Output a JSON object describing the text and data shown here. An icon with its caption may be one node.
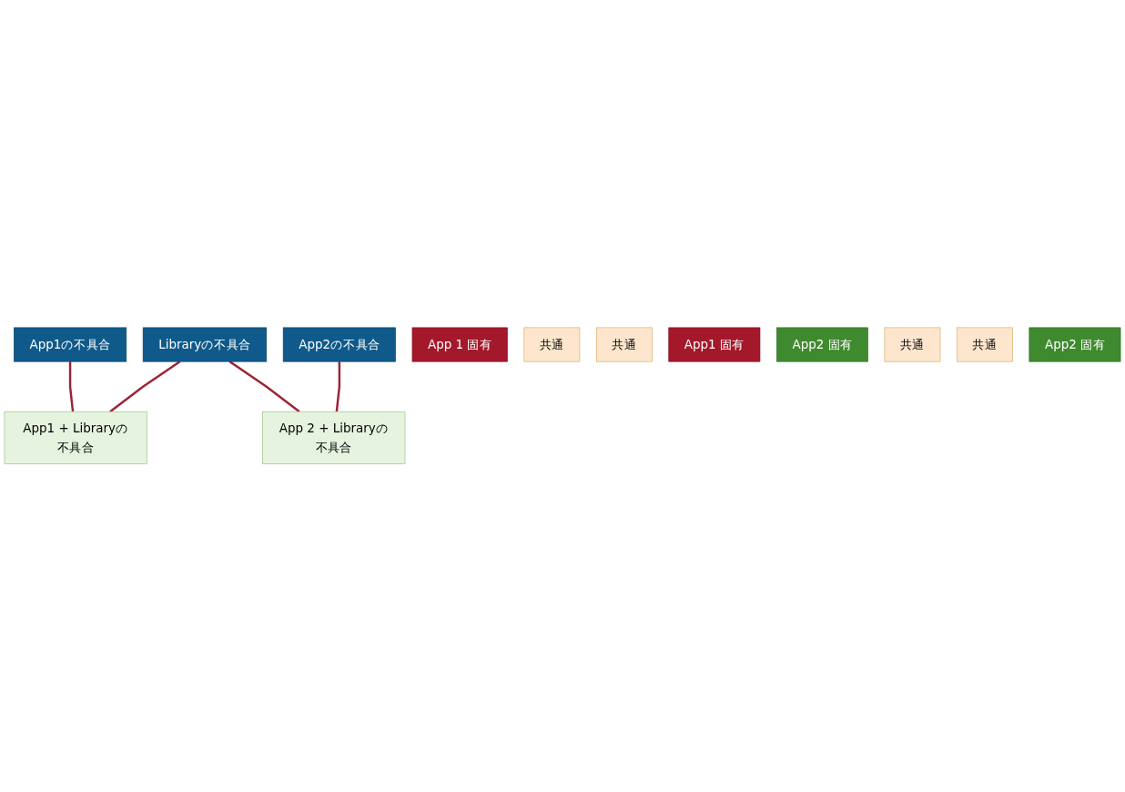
{
  "diagram": {
    "nodes": [
      {
        "text": [
          "App1の不具合"
        ]
      },
      {
        "text": [
          "Libraryの不具合"
        ]
      },
      {
        "text": [
          "App2の不具合"
        ]
      },
      {
        "text": [
          "App1 + Libraryの不具合"
        ]
      },
      {
        "text": [
          "App 2 + Libraryの不具合"
        ]
      },
      {
        "text": [
          "App 1 固有"
        ]
      },
      {
        "text": [
          "共通"
        ]
      },
      {
        "text": [
          "共通"
        ]
      },
      {
        "text": [
          "App1 固有"
        ]
      },
      {
        "text": [
          "App2 固有"
        ]
      },
      {
        "text": [
          "共通"
        ]
      },
      {
        "text": [
          "共通"
        ]
      },
      {
        "text": [
          "App2 固有"
        ]
      }
    ],
    "edges": [
      {
        "from": 0,
        "to": 3,
        "arrow": "none"
      },
      {
        "from": 1,
        "to": 3,
        "arrow": "none"
      },
      {
        "from": 1,
        "to": 4,
        "arrow": "none"
      },
      {
        "from": 2,
        "to": 4,
        "arrow": "none"
      }
    ]
  }
}
